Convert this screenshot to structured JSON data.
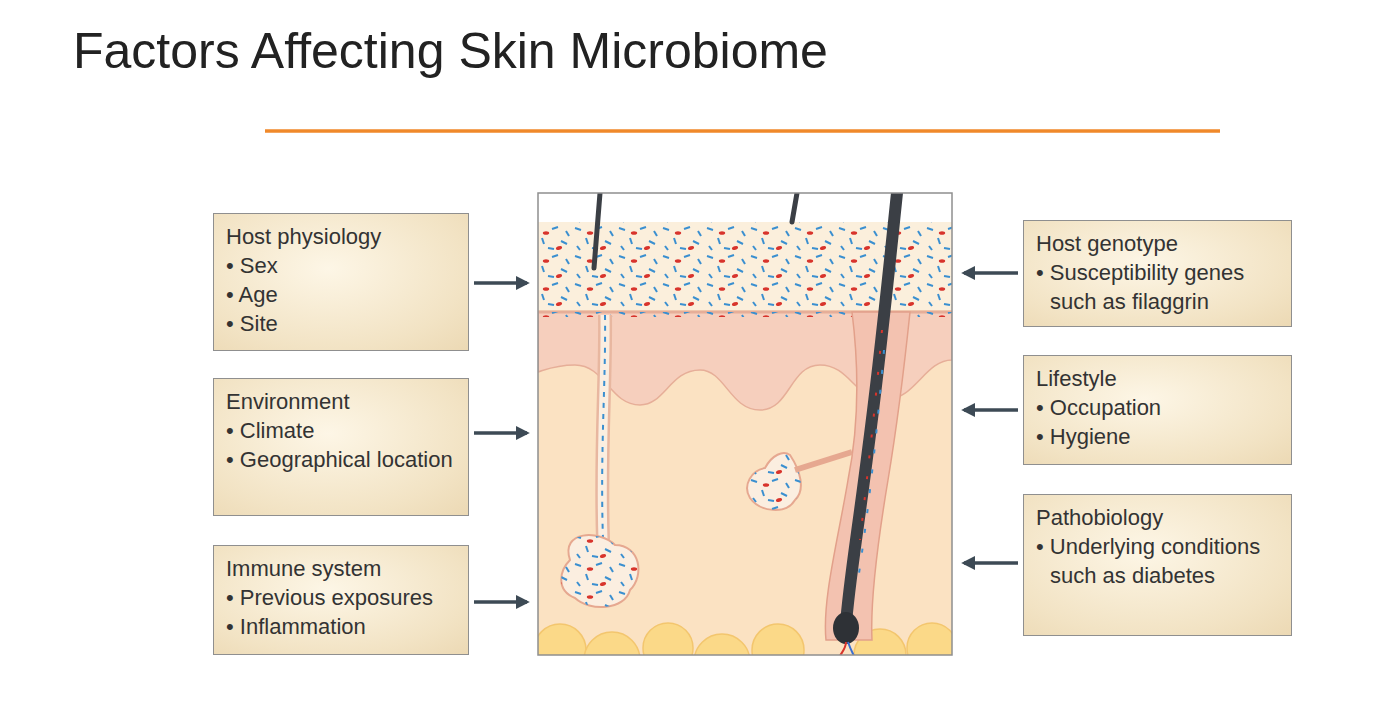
{
  "diagram": {
    "title": "Factors Affecting Skin Microbiome",
    "nodes": [
      {
        "text": [
          "Host physiology",
          "• Sex",
          "• Age",
          "• Site"
        ]
      },
      {
        "text": [
          "Environment",
          "• Climate",
          "• Geographical location"
        ]
      },
      {
        "text": [
          "Immune system",
          "• Previous exposures",
          "• Inflammation"
        ]
      },
      {
        "text": [
          "Host genotype",
          "• Susceptibility genes such as filaggrin"
        ]
      },
      {
        "text": [
          "Lifestyle",
          "• Occupation",
          "• Hygiene"
        ]
      },
      {
        "text": [
          "Pathobiology",
          "• Underlying conditions such as diabetes"
        ]
      }
    ]
  }
}
